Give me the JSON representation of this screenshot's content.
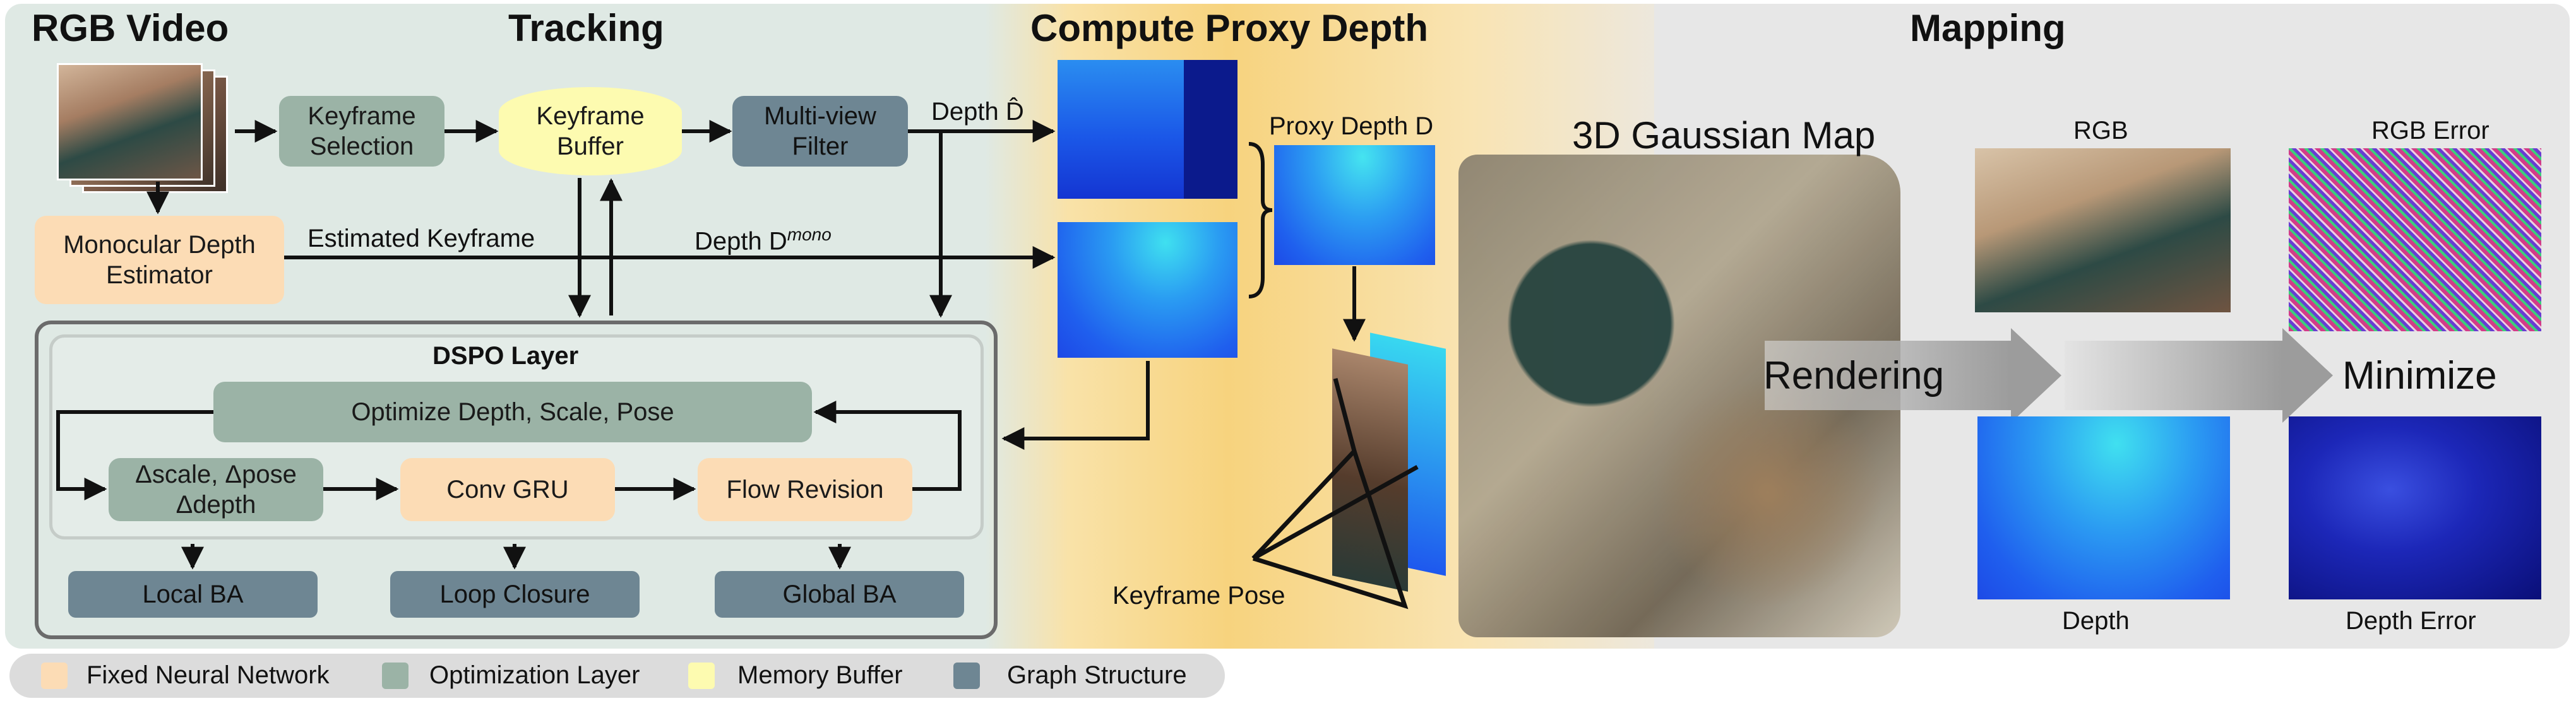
{
  "sections": {
    "rgb_video": "RGB Video",
    "tracking": "Tracking",
    "proxy_depth": "Compute Proxy Depth",
    "mapping": "Mapping"
  },
  "tracking": {
    "keyframe_selection": "Keyframe\nSelection",
    "keyframe_buffer": "Keyframe\nBuffer",
    "multiview_filter": "Multi-view\nFilter",
    "mono_estimator": "Monocular Depth\nEstimator",
    "estimated_keyframe": "Estimated Keyframe",
    "depth_hat_label": "Depth D̂",
    "depth_mono_label": "Depth D",
    "depth_mono_sup": "mono"
  },
  "dspo": {
    "title": "DSPO Layer",
    "optimize": "Optimize Depth, Scale, Pose",
    "deltas": "Δscale, Δpose\nΔdepth",
    "conv_gru": "Conv GRU",
    "flow_revision": "Flow Revision",
    "local_ba": "Local BA",
    "loop_closure": "Loop Closure",
    "global_ba": "Global BA"
  },
  "proxy": {
    "proxy_depth_label": "Proxy Depth D",
    "keyframe_pose": "Keyframe Pose"
  },
  "mapping": {
    "gaussian_map": "3D Gaussian Map",
    "rendering": "Rendering",
    "minimize": "Minimize",
    "rgb": "RGB",
    "depth": "Depth",
    "rgb_error": "RGB Error",
    "depth_error": "Depth Error"
  },
  "legend": [
    {
      "label": "Fixed Neural Network",
      "color": "#fcdcb5"
    },
    {
      "label": "Optimization Layer",
      "color": "#9bb3a6"
    },
    {
      "label": "Memory Buffer",
      "color": "#fdfbb0"
    },
    {
      "label": "Graph Structure",
      "color": "#6e8693"
    }
  ],
  "colors": {
    "tracking_bg": "#dfe9e4",
    "proxy_bg": "#f8d88e",
    "mapping_bg": "#e6e6e6",
    "depth_blue": "#1e5cf0",
    "depth_cyan": "#39d6f0"
  }
}
